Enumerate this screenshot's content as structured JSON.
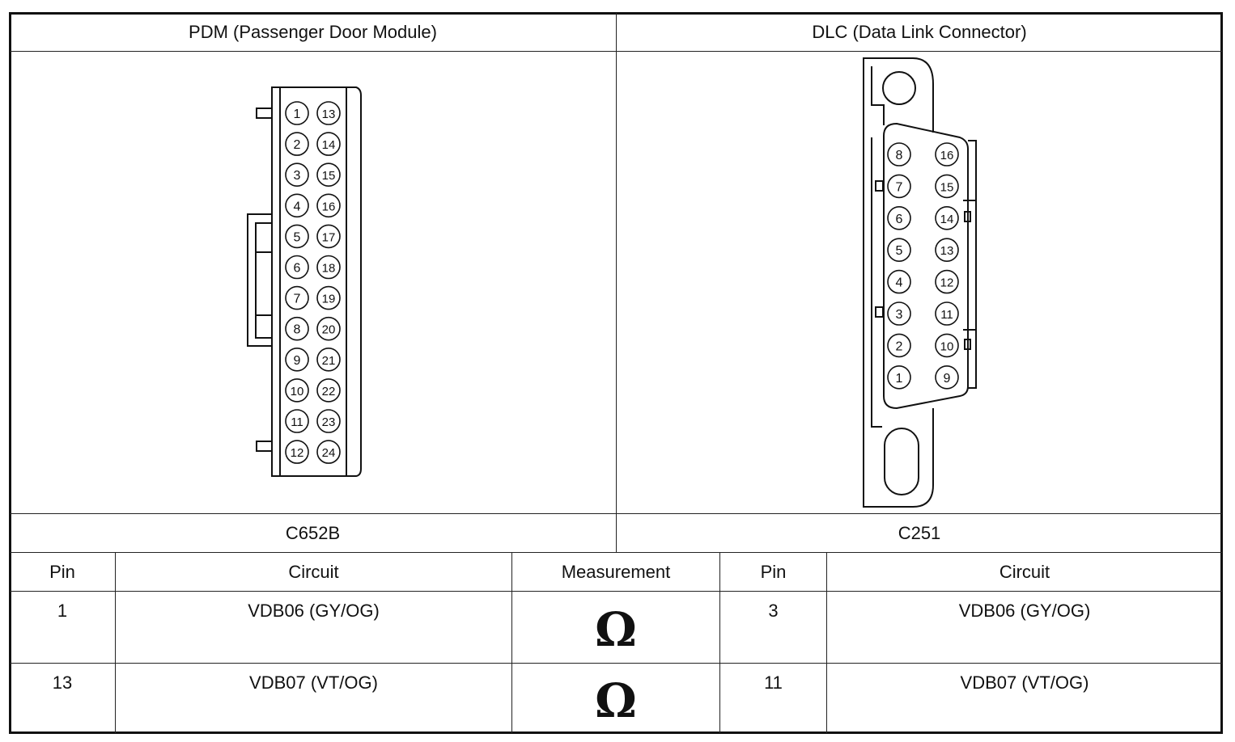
{
  "header": {
    "left_title": "PDM (Passenger Door Module)",
    "right_title": "DLC (Data Link Connector)"
  },
  "connectors": {
    "pdm": {
      "id": "C652B",
      "pins_left": [
        "1",
        "2",
        "3",
        "4",
        "5",
        "6",
        "7",
        "8",
        "9",
        "10",
        "11",
        "12"
      ],
      "pins_right": [
        "13",
        "14",
        "15",
        "16",
        "17",
        "18",
        "19",
        "20",
        "21",
        "22",
        "23",
        "24"
      ]
    },
    "dlc": {
      "id": "C251",
      "pins_left": [
        "8",
        "7",
        "6",
        "5",
        "4",
        "3",
        "2",
        "1"
      ],
      "pins_right": [
        "16",
        "15",
        "14",
        "13",
        "12",
        "11",
        "10",
        "9"
      ]
    }
  },
  "table": {
    "headers": [
      "Pin",
      "Circuit",
      "Measurement",
      "Pin",
      "Circuit"
    ],
    "rows": [
      {
        "pin_a": "1",
        "circuit_a": "VDB06 (GY/OG)",
        "measurement": "Ω",
        "pin_b": "3",
        "circuit_b": "VDB06 (GY/OG)"
      },
      {
        "pin_a": "13",
        "circuit_a": "VDB07 (VT/OG)",
        "measurement": "Ω",
        "pin_b": "11",
        "circuit_b": "VDB07 (VT/OG)"
      }
    ]
  },
  "colors": {
    "line": "#111111",
    "background": "#ffffff"
  }
}
